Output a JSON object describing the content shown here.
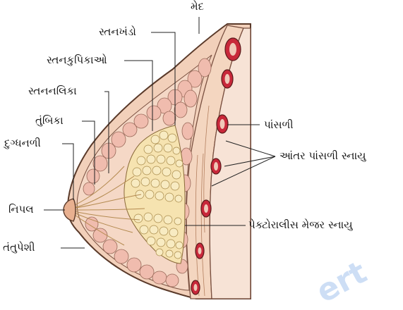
{
  "labels": {
    "fat": "મેદ",
    "lobes": "સ્તનખંડો",
    "lobules": "સ્તનકુપિકાઓ",
    "milk_ducts": "સ્તનનલિકા",
    "ampulla": "તુંબિકા",
    "lactiferous_duct": "દુગ્ધનળી",
    "nipple": "નિપલ",
    "connective_tissue": "તંતુપેશી",
    "ribs": "પાંસળી",
    "intercostal_muscles": "આંતર પાંસળી સ્નાયુ",
    "pectoralis_major": "પેક્ટોરાલીસ મેજર સ્નાયુ"
  },
  "watermark": {
    "text": "ert",
    "color": "#1f6fd6"
  },
  "colors": {
    "skin": "#f2d0ba",
    "fat_lobule": "#f0bcae",
    "gland": "#f6e3b0",
    "muscle": "#f4d6c0",
    "rib": "#c8283a",
    "rib_bone": "#f0c8b8",
    "outline": "#5a3a2a"
  }
}
